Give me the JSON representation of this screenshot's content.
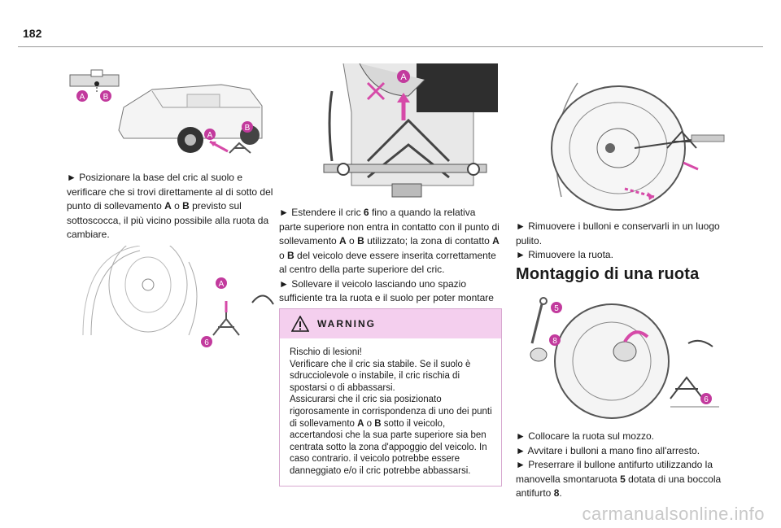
{
  "page": {
    "number": "182"
  },
  "col1": {
    "bullet1_parts": [
      "► Posizionare la base del cric al suolo e verificare che si trovi direttamente al di sotto del punto di sollevamento ",
      "A",
      " o ",
      "B",
      " previsto sul sottoscocca, il più vicino possibile alla ruota da cambiare."
    ],
    "fig1_labels": {
      "a_small": "A",
      "b_small": "B",
      "a": "A",
      "b": "B"
    },
    "fig2_labels": {
      "a": "A",
      "six": "6"
    }
  },
  "col2": {
    "fig_labels": {
      "a": "A"
    },
    "bullet1_parts": [
      "► Estendere il cric ",
      "6",
      " fino a quando la relativa parte superiore non entra in contatto con il punto di sollevamento ",
      "A",
      " o ",
      "B",
      " utilizzato; la zona di contatto ",
      "A",
      " o ",
      "B",
      " del veicolo deve essere inserita correttamente al centro della parte superiore del cric."
    ],
    "bullet2": "► Sollevare il veicolo lasciando uno spazio sufficiente tra la ruota e il suolo per poter montare facilmente la ruota di scorta (non forata).",
    "warning": {
      "title": "WARNING",
      "line1": "Rischio di lesioni!",
      "body_parts": [
        "Verificare che il cric sia stabile. Se il suolo è sdrucciolevole o instabile, il cric rischia di spostarsi o di abbassarsi.",
        "Assicurarsi che il cric sia posizionato rigorosamente in corrispondenza di uno dei punti di sollevamento ",
        "A",
        " o ",
        "B",
        " sotto il veicolo, accertandosi che la sua parte superiore sia ben centrata sotto la zona d'appoggio del veicolo. In caso contrario. il veicolo potrebbe essere danneggiato e/o il cric potrebbe abbassarsi."
      ]
    }
  },
  "col3": {
    "bullet1": "► Rimuovere i bulloni e conservarli in un luogo pulito.",
    "bullet2": "► Rimuovere la ruota.",
    "section_title": "Montaggio di una ruota",
    "fig_labels": {
      "five": "5",
      "eight": "8",
      "six": "6"
    },
    "bullet3": "► Collocare la ruota sul mozzo.",
    "bullet4": "► Avvitare i bulloni a mano fino all'arresto.",
    "bullet5_parts": [
      "► Preserrare il bullone antifurto utilizzando la manovella smontaruota ",
      "5",
      " dotata di una boccola antifurto ",
      "8",
      "."
    ]
  },
  "watermark": "carmanualsonline.info",
  "colors": {
    "label_fill": "#c23a9d",
    "warning_bg": "#f4cfee",
    "arrow": "#d64aa8"
  }
}
